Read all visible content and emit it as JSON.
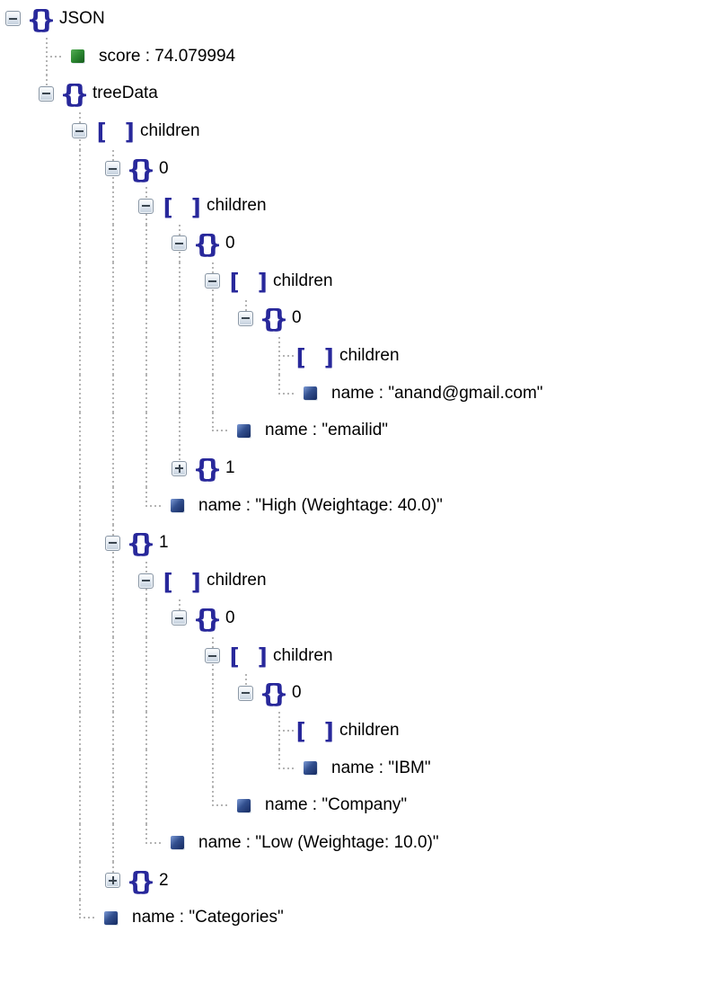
{
  "canvas": {
    "background": "#ffffff"
  },
  "colors": {
    "brace": "#28289b",
    "guide": "#b4b4b4",
    "expander_border": "#8a97a5",
    "number_icon": "#2e8b33",
    "string_icon": "#33508f",
    "text": "#000000"
  },
  "tree": {
    "text": "JSON",
    "type": "object",
    "state": "expanded",
    "children": [
      {
        "text": "score : 74.079994",
        "type": "number",
        "state": "leaf"
      },
      {
        "text": "treeData",
        "type": "object",
        "state": "expanded",
        "children": [
          {
            "text": "children",
            "type": "array",
            "state": "expanded",
            "children": [
              {
                "text": "0",
                "type": "object",
                "state": "expanded",
                "children": [
                  {
                    "text": "children",
                    "type": "array",
                    "state": "expanded",
                    "children": [
                      {
                        "text": "0",
                        "type": "object",
                        "state": "expanded",
                        "children": [
                          {
                            "text": "children",
                            "type": "array",
                            "state": "expanded",
                            "children": [
                              {
                                "text": "0",
                                "type": "object",
                                "state": "expanded",
                                "children": [
                                  {
                                    "text": "children",
                                    "type": "array",
                                    "state": "empty"
                                  },
                                  {
                                    "text": "name : \"anand@gmail.com\"",
                                    "type": "string",
                                    "state": "leaf"
                                  }
                                ]
                              }
                            ]
                          },
                          {
                            "text": "name : \"emailid\"",
                            "type": "string",
                            "state": "leaf"
                          }
                        ]
                      },
                      {
                        "text": "1",
                        "type": "object",
                        "state": "collapsed",
                        "children": []
                      }
                    ]
                  },
                  {
                    "text": "name : \"High (Weightage: 40.0)\"",
                    "type": "string",
                    "state": "leaf"
                  }
                ]
              },
              {
                "text": "1",
                "type": "object",
                "state": "expanded",
                "children": [
                  {
                    "text": "children",
                    "type": "array",
                    "state": "expanded",
                    "children": [
                      {
                        "text": "0",
                        "type": "object",
                        "state": "expanded",
                        "children": [
                          {
                            "text": "children",
                            "type": "array",
                            "state": "expanded",
                            "children": [
                              {
                                "text": "0",
                                "type": "object",
                                "state": "expanded",
                                "children": [
                                  {
                                    "text": "children",
                                    "type": "array",
                                    "state": "empty"
                                  },
                                  {
                                    "text": "name : \"IBM\"",
                                    "type": "string",
                                    "state": "leaf"
                                  }
                                ]
                              }
                            ]
                          },
                          {
                            "text": "name : \"Company\"",
                            "type": "string",
                            "state": "leaf"
                          }
                        ]
                      }
                    ]
                  },
                  {
                    "text": "name : \"Low (Weightage: 10.0)\"",
                    "type": "string",
                    "state": "leaf"
                  }
                ]
              },
              {
                "text": "2",
                "type": "object",
                "state": "collapsed",
                "children": []
              }
            ]
          },
          {
            "text": "name : \"Categories\"",
            "type": "string",
            "state": "leaf"
          }
        ]
      }
    ]
  }
}
